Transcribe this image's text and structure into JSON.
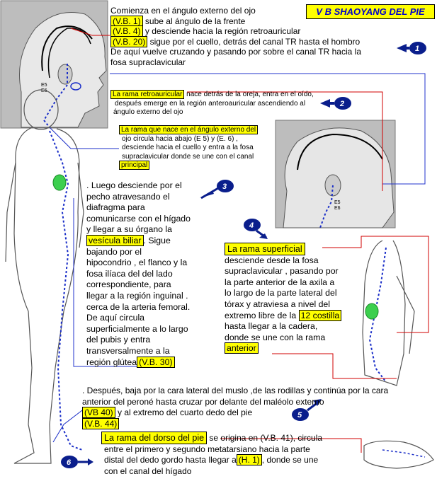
{
  "title": "V B SHAOYANG DEL PIE",
  "badges": [
    "1",
    "2",
    "3",
    "4",
    "5",
    "6"
  ],
  "head_photo_labels": [
    "E5",
    "E6"
  ],
  "head_photo2_labels": [
    "E5",
    "E6"
  ],
  "p1": {
    "l1": "Comienza en el ángulo externo del ojo",
    "vb1": "(V.B. 1)",
    "l2": " sube al ángulo de la frente",
    "vb4": "(V.B. 4)",
    "l3": " y desciende hacia la región retroauricular",
    "vb20": "(V.B. 20)",
    "l4": "  sigue por el cuello,  detrás  del canal TR hasta el hombro",
    "l5": "De aquí vuelve cruzando y pasando por sobre el canal TR hacia la",
    "l6": "fosa supraclavicular"
  },
  "p2": {
    "hl": "La rama retroauricular",
    "l1": " nace detrás de la oreja, entra en el oído,",
    "l2": "después  emerge en  la región anteroauricular ascendiendo al",
    "l3": "ángulo externo del ojo"
  },
  "p3": {
    "hl": "La rama que nace en el ángulo externo del",
    "l1": "ojo  circula hacia abajo (E 5)  y  (E. 6) ,",
    "l2": "desciende hacia el cuello y entra a la fosa",
    "l3": "supraclavicular donde se une con el canal",
    "hl2": "principal"
  },
  "p4": {
    "l1": ". Luego  desciende por el",
    "l2": "pecho  atravesando el",
    "l3": "diafragma para",
    "l4": "comunicarse con el hígado",
    "l5": "y llegar a su órgano la",
    "hl": "vesícula biliar",
    "l6": ". Sigue",
    "l7": "bajando  por el",
    "l8": "hipocondrio ,  el flanco y la",
    "l9": "fosa ilíaca del  del lado",
    "l10": "correspondiente, para",
    "l11": "llegar a la región inguinal .",
    "l12": "cerca de la arteria femoral.",
    "l13": "De aquí circula",
    "l14": "superficialmente a lo largo",
    "l15": "del pubis y entra",
    "l16": "transversalmente a la",
    "l17": "región glútea",
    "hl2": "(V.B. 30)"
  },
  "p5": {
    "hl": "La rama superficial",
    "l1": "desciende desde la fosa",
    "l2": "supraclavicular , pasando por",
    "l3": "la parte anterior de la axila a",
    "l4": "lo largo de la parte lateral del",
    "l5": "tórax y atraviesa a nivel del",
    "l6": "extremo libre de la",
    "hl2": "12 costilla",
    "l7": "hasta llegar a la cadera,",
    "l8": "donde se une con la rama",
    "hl3": "anterior"
  },
  "p6": {
    "l1": ". Después, baja por la cara lateral del muslo ,de las rodillas y continúa por la cara",
    "l2": "anterior del peroné hasta cruzar por delante del maléolo externo",
    "hl": "(VB 40)",
    "l3": " y al extremo del cuarto dedo del pie",
    "hl2": "(V.B. 44)"
  },
  "p7": {
    "hl": "La rama del dorso del pie",
    "l1": " se origina en (V.B. 41), circula",
    "l2": "entre el primero y segundo metatarsiano hacia la parte",
    "l3": "distal del dedo gordo hasta llegar a",
    "hl2": "(H. 1)",
    "l4": ", donde se une",
    "l5": "con el canal del hígado"
  },
  "colors": {
    "highlight": "#ffff00",
    "title_text": "#0000cc",
    "badge": "#0a1e8c",
    "meridian": "#1a2ec8",
    "connector_red": "#d10000",
    "connector_blue": "#2233cc",
    "liver": "#3ccf4e"
  }
}
